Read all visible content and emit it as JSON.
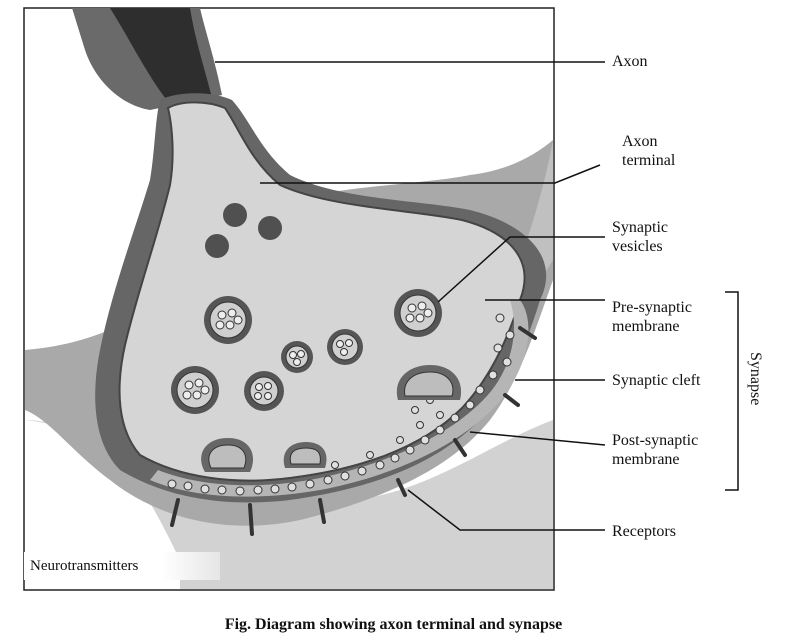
{
  "labels": {
    "axon": "Axon",
    "axon_terminal_1": "Axon",
    "axon_terminal_2": "terminal",
    "synaptic_vesicles_1": "Synaptic",
    "synaptic_vesicles_2": "vesicles",
    "pre_synaptic_1": "Pre-synaptic",
    "pre_synaptic_2": "membrane",
    "synaptic_cleft": "Synaptic cleft",
    "post_synaptic_1": "Post-synaptic",
    "post_synaptic_2": "membrane",
    "receptors": "Receptors",
    "synapse": "Synapse",
    "neurotransmitters": "Neurotransmitters"
  },
  "caption": "Fig. Diagram showing axon terminal and synapse",
  "colors": {
    "cytoplasm": "#d6d6d6",
    "membrane_dark": "#6e6e6e",
    "post_neuron": "#a8a8a8",
    "background_cell": "#c9c9c9",
    "axon_dark": "#3a3a3a",
    "vesicle_dark": "#505050"
  }
}
